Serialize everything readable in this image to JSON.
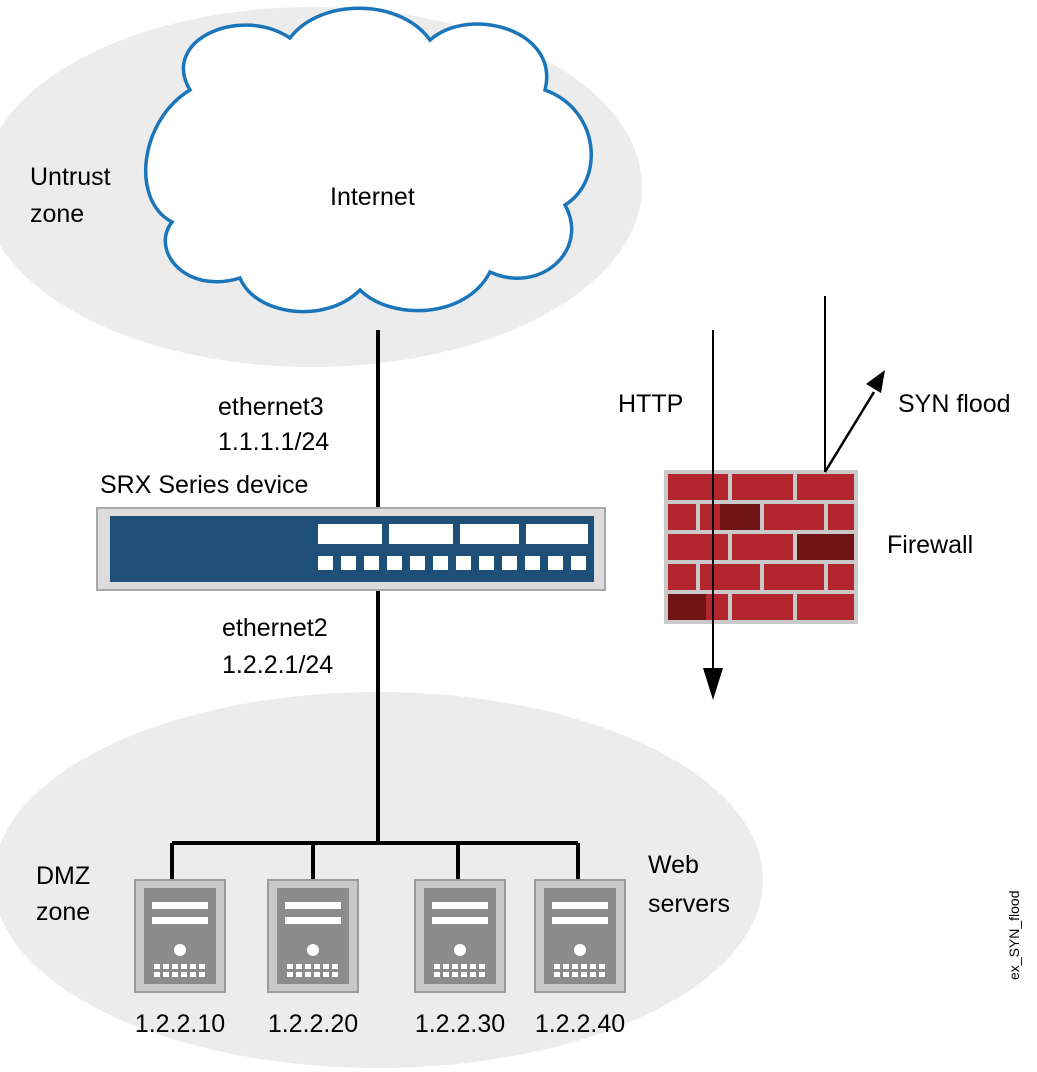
{
  "zones": {
    "untrust": {
      "line1": "Untrust",
      "line2": "zone"
    },
    "dmz": {
      "line1": "DMZ",
      "line2": "zone"
    }
  },
  "cloud": {
    "label": "Internet"
  },
  "device": {
    "name": "SRX Series device",
    "upper_interface": {
      "name": "ethernet3",
      "address": "1.1.1.1/24"
    },
    "lower_interface": {
      "name": "ethernet2",
      "address": "1.2.2.1/24"
    }
  },
  "firewall_panel": {
    "http_label": "HTTP",
    "syn_label": "SYN flood",
    "firewall_label": "Firewall"
  },
  "web_servers": {
    "label_line1": "Web",
    "label_line2": "servers",
    "servers": [
      {
        "ip": "1.2.2.10"
      },
      {
        "ip": "1.2.2.20"
      },
      {
        "ip": "1.2.2.30"
      },
      {
        "ip": "1.2.2.40"
      }
    ]
  },
  "figure_id": "ex_SYN_flood",
  "colors": {
    "zone_fill": "#ececec",
    "cloud_stroke": "#1b75bb",
    "device_blue": "#1f4e79",
    "brick_red": "#b3262d",
    "brick_dark": "#6e1414",
    "server_gray": "#8c8c8c"
  }
}
